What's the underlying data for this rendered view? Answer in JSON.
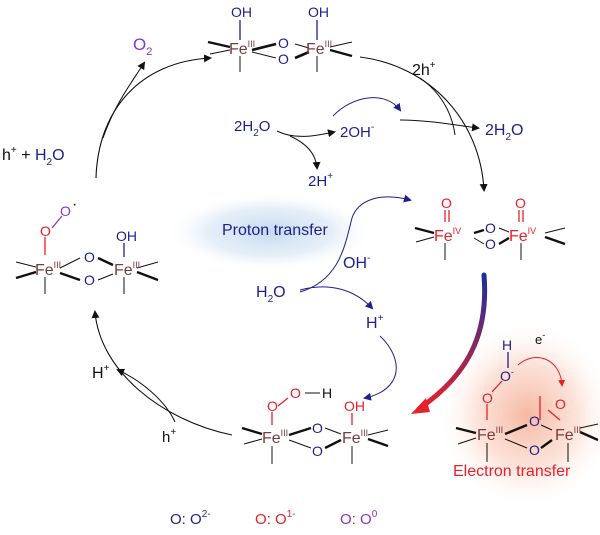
{
  "colors": {
    "blue": "#1f1f8f",
    "red": "#e8202a",
    "purple": "#8a35c4",
    "iron": "#7a3b3b",
    "black": "#111111"
  },
  "labels": {
    "o2": "O",
    "o2_sub": "2",
    "h_plus_h2o_h": "h",
    "h_plus_h2o_plus": "+",
    "h_plus_h2o_mid": " + ",
    "h2o_word": "H",
    "h2o_sub": "2",
    "h2o_o": "O",
    "two_h_plus": "2h",
    "two_h_plus_sup": "+",
    "two_h2o_right": "2H",
    "two_h2o_right_sub": "2",
    "two_h2o_right_o": "O",
    "two_h2o_center": "2H",
    "two_h2o_center_sub": "2",
    "two_h2o_center_o": "O",
    "two_oh_minus": "2OH",
    "two_oh_minus_sup": "-",
    "two_h_plus_center": "2H",
    "two_h_plus_center_sup": "+",
    "proton_transfer": "Proton transfer",
    "electron_transfer": "Electron transfer",
    "oh_minus": "OH",
    "oh_minus_sup": "-",
    "h2o_center": "H",
    "h2o_center_sub": "2",
    "h2o_center_o": "O",
    "h_plus_center": "H",
    "h_plus_center_sup": "+",
    "h_plus_left": "H",
    "h_plus_left_sup": "+",
    "h_plus_small": "h",
    "h_plus_small_sup": "+",
    "e_minus": "e",
    "e_minus_sup": "-"
  },
  "atoms": {
    "fe": "Fe",
    "o": "O",
    "oh": "OH",
    "h": "H",
    "ox3": "III",
    "ox4": "IV",
    "radical": "·",
    "o_minus_sup": "-"
  },
  "legend": [
    {
      "symbol": "O",
      "sep": ": ",
      "species": "O",
      "charge": "2-",
      "color": "#1f1f8f"
    },
    {
      "symbol": "O",
      "sep": ": ",
      "species": "O",
      "charge": "1-",
      "color": "#e8202a"
    },
    {
      "symbol": "O",
      "sep": ": ",
      "species": "O",
      "charge": "0",
      "color": "#8a35c4"
    }
  ]
}
